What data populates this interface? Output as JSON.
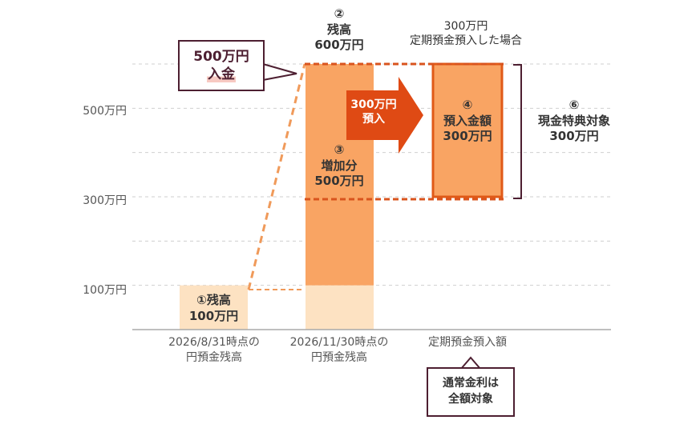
{
  "chart_data": {
    "type": "bar",
    "y_ticks": [
      {
        "label": "500万円",
        "value": 500
      },
      {
        "label": "300万円",
        "value": 300
      },
      {
        "label": "100万円",
        "value": 100
      }
    ],
    "y_gridlines": [
      100,
      200,
      300,
      400,
      500,
      600
    ],
    "ylim": [
      0,
      600
    ],
    "grid": true,
    "categories": [
      {
        "line1": "2026/8/31時点の",
        "line2": "円預金残高"
      },
      {
        "line1": "2026/11/30時点の",
        "line2": "円預金残高"
      },
      {
        "line1": "定期預金預入額",
        "line2": ""
      }
    ],
    "bars": [
      {
        "category": 0,
        "from": 0,
        "to": 100,
        "color": "#fde2c2"
      },
      {
        "category": 1,
        "from": 0,
        "to": 100,
        "color": "#fde2c2"
      },
      {
        "category": 1,
        "from": 100,
        "to": 600,
        "color": "#f9a463"
      },
      {
        "category": 2,
        "from": 300,
        "to": 600,
        "color": "#f9a463",
        "outline": "#e05a18"
      }
    ],
    "colors": {
      "light": "#fde2c2",
      "orange": "#f9a463",
      "accent": "#e05a18",
      "dark": "#4d1f31"
    }
  },
  "annotations": {
    "bar1_num": "①残高",
    "bar1_val": "100万円",
    "bar2_num": "②",
    "bar2_title": "残高",
    "bar2_val": "600万円",
    "bar2_inc_num": "③",
    "bar2_inc_title": "増加分",
    "bar2_inc_val": "500万円",
    "top_right_l1": "300万円",
    "top_right_l2": "定期預金預入した場合",
    "dep_num": "④",
    "dep_title": "預入金額",
    "dep_val": "300万円",
    "cash_num": "⑥",
    "cash_title": "現金特典対象",
    "cash_val": "300万円",
    "arrow_l1": "300万円",
    "arrow_l2": "預入"
  },
  "callout": {
    "line1": "500万円",
    "line2": "入金"
  },
  "badge": {
    "line1": "通常金利は",
    "line2": "全額対象"
  }
}
